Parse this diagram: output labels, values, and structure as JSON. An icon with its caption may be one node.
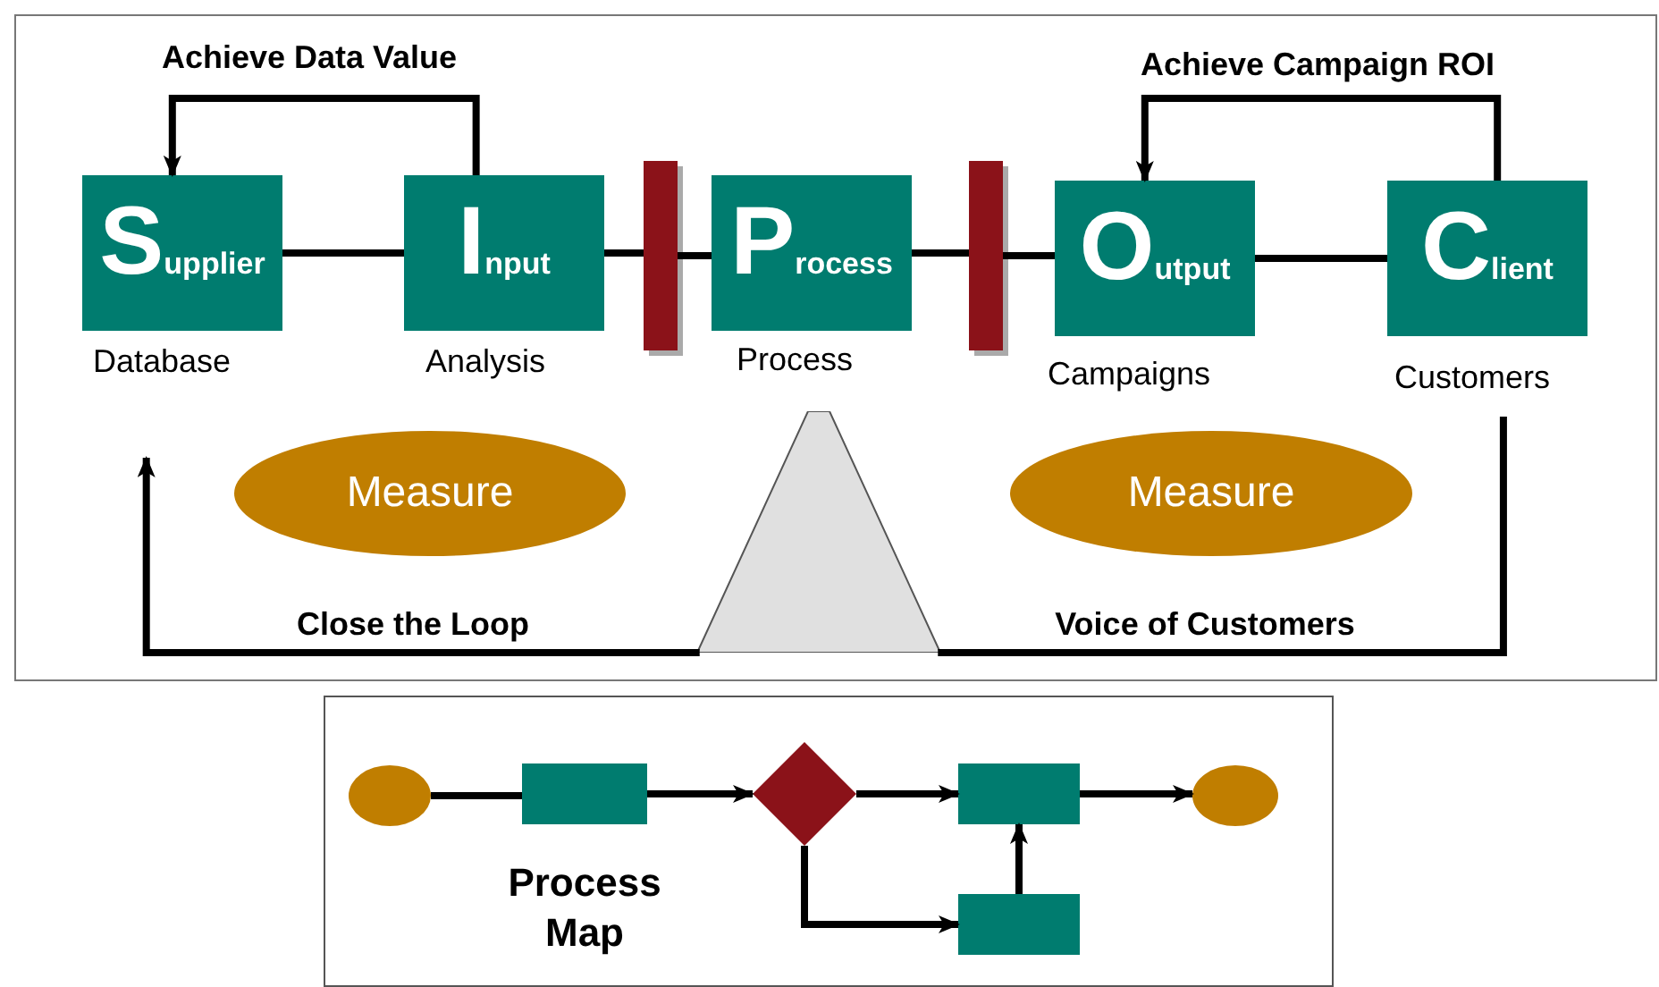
{
  "diagram": {
    "nodes": [
      {
        "text": [],
        "shape": "box"
      },
      {
        "text": [
          "Supplier"
        ],
        "in": 0,
        "beside": [
          "Database"
        ]
      },
      {
        "text": [
          "Input"
        ],
        "in": 0,
        "beside": [
          "Analysis"
        ]
      },
      {
        "text": [],
        "shape": "bar",
        "in": 0
      },
      {
        "text": [
          "Process"
        ],
        "in": 0,
        "beside": [
          "Process"
        ]
      },
      {
        "text": [],
        "shape": "bar",
        "in": 0
      },
      {
        "text": [
          "Output"
        ],
        "in": 0,
        "beside": [
          "Campaigns"
        ]
      },
      {
        "text": [
          "Client"
        ],
        "in": 0,
        "beside": [
          "Customers"
        ]
      },
      {
        "text": [
          "Measure"
        ],
        "in": 0
      },
      {
        "text": [
          "Measure"
        ],
        "in": 0
      },
      {
        "text": [],
        "shape": "triangle",
        "in": 0
      },
      {
        "text": [
          "Process Map"
        ]
      },
      {
        "text": [],
        "shape": "circle",
        "in": 11
      },
      {
        "text": [],
        "shape": "box",
        "in": 11
      },
      {
        "text": [],
        "shape": "diamond",
        "in": 11
      },
      {
        "text": [],
        "shape": "box",
        "in": 11
      },
      {
        "text": [],
        "shape": "circle",
        "in": 11
      },
      {
        "text": [],
        "shape": "box",
        "in": 11
      }
    ],
    "edges": [
      {
        "from": 2,
        "to": 1,
        "arrow": "to",
        "label": "Achieve Data Value"
      },
      {
        "from": 7,
        "to": 6,
        "arrow": "to",
        "label": "Achieve Campaign ROI"
      },
      {
        "from": 1,
        "to": 2,
        "arrow": "none"
      },
      {
        "from": 2,
        "to": 3,
        "arrow": "none"
      },
      {
        "from": 3,
        "to": 4,
        "arrow": "none"
      },
      {
        "from": 4,
        "to": 5,
        "arrow": "none"
      },
      {
        "from": 5,
        "to": 6,
        "arrow": "none"
      },
      {
        "from": 6,
        "to": 7,
        "arrow": "none"
      },
      {
        "from": 7,
        "to": 10,
        "arrow": "none",
        "label": "Voice of Customers"
      },
      {
        "from": 10,
        "to": 1,
        "arrow": "to",
        "label": "Close the Loop"
      },
      {
        "from": 12,
        "to": 13,
        "arrow": "none"
      },
      {
        "from": 13,
        "to": 14,
        "arrow": "to"
      },
      {
        "from": 14,
        "to": 15,
        "arrow": "to"
      },
      {
        "from": 15,
        "to": 16,
        "arrow": "to"
      },
      {
        "from": 14,
        "to": 17,
        "arrow": "to"
      },
      {
        "from": 17,
        "to": 15,
        "arrow": "to"
      }
    ]
  }
}
